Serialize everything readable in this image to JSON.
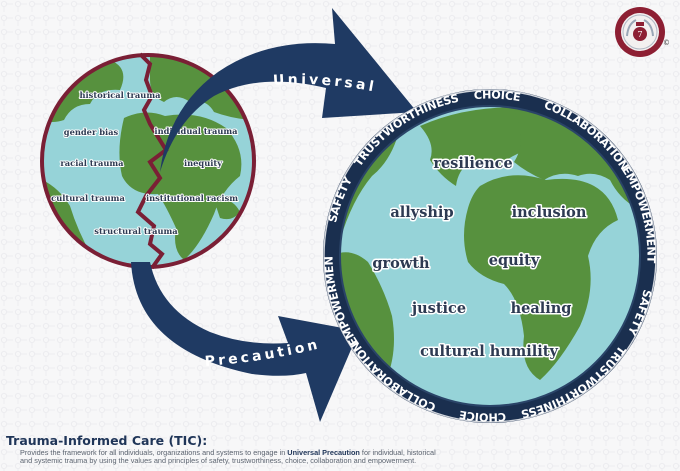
{
  "colors": {
    "navy": "#1f3a63",
    "ring": "#1a2f4f",
    "ocean": "#96d3d8",
    "land": "#57913e",
    "crack": "#7a1f35",
    "badge": "#8d1f33"
  },
  "small_globe": {
    "terms": [
      "historical trauma",
      "gender bias",
      "individual trauma",
      "racial trauma",
      "inequity",
      "cultural trauma",
      "institutional racism",
      "structural trauma"
    ]
  },
  "big_globe": {
    "terms": [
      "resilience",
      "allyship",
      "inclusion",
      "growth",
      "equity",
      "justice",
      "healing",
      "cultural humility"
    ],
    "ring_words": [
      "TRUSTWORTHINESS",
      "CHOICE",
      "COLLABORATION",
      "EMPOWERMENT",
      "SAFETY",
      "TRUSTWORTHINESS",
      "CHOICE",
      "COLLABORATION",
      "EMPOWERMENT",
      "SAFETY"
    ]
  },
  "arrows": {
    "top_label": "Universal",
    "bottom_label": "Precaution"
  },
  "badge": {
    "icon": "organization-seal-icon",
    "copyright": "©"
  },
  "footer": {
    "title": "Trauma-Informed Care (TIC):",
    "body_before": "Provides the framework for all individuals, organizations and systems to engage in ",
    "body_bold": "Universal Precaution",
    "body_after": " for individual, historical and systemic trauma by using the values and principles of safety, trustworthiness, choice, collaboration and empowerment."
  }
}
